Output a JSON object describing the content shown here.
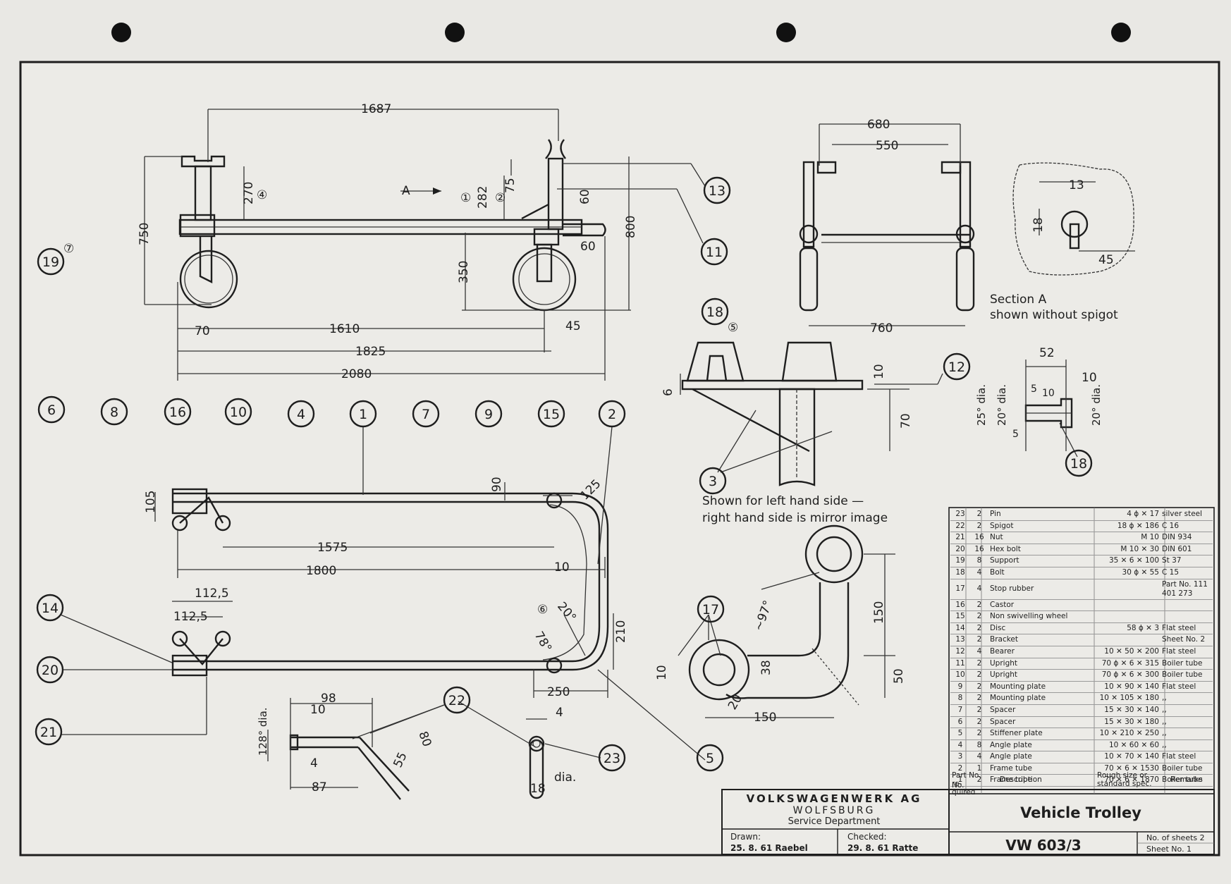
{
  "drawing": {
    "views": {
      "view_a_label": "A",
      "section_a_caption": [
        "Section A",
        "shown without spigot"
      ],
      "mirror_note": [
        "Shown for left hand side —",
        "right hand side is mirror image"
      ]
    },
    "dimensions": {
      "side": [
        "1687",
        "750",
        "270",
        "282",
        "75",
        "60",
        "800",
        "60",
        "350",
        "1610",
        "70",
        "45",
        "1825",
        "2080"
      ],
      "side_notes": [
        "④",
        "①",
        "②",
        "⑦"
      ],
      "front": [
        "680",
        "550",
        "760"
      ],
      "section_a": [
        "13",
        "18",
        "45"
      ],
      "stop": [
        "6",
        "10",
        "70",
        "⑤"
      ],
      "bolt": [
        "52",
        "10",
        "25° dia.",
        "20° dia.",
        "20° dia.",
        "5",
        "10",
        "5"
      ],
      "frame": [
        "105",
        "90",
        "125",
        "1575",
        "1800",
        "10",
        "⑥",
        "20°",
        "78°",
        "210",
        "112,5",
        "112,5",
        "250"
      ],
      "bracket": [
        "~97°",
        "150",
        "10",
        "38",
        "50",
        "20",
        "150"
      ],
      "support": [
        "98",
        "10",
        "128° dia.",
        "4",
        "87",
        "55",
        "80"
      ],
      "pin": [
        "4",
        "18",
        "dia."
      ]
    },
    "callouts": [
      "1",
      "2",
      "3",
      "4",
      "5",
      "6",
      "7",
      "8",
      "9",
      "10",
      "11",
      "12",
      "13",
      "14",
      "15",
      "16",
      "17",
      "18",
      "19",
      "20",
      "21",
      "22",
      "23"
    ]
  },
  "parts_list": {
    "rows": [
      {
        "no": "23",
        "qty": "2",
        "desc": "Pin",
        "size": "4 ϕ ✕ 17",
        "rem": "silver steel"
      },
      {
        "no": "22",
        "qty": "2",
        "desc": "Spigot",
        "size": "18 ϕ ✕ 186",
        "rem": "C 16"
      },
      {
        "no": "21",
        "qty": "16",
        "desc": "Nut",
        "size": "M 10",
        "rem": "DIN 934"
      },
      {
        "no": "20",
        "qty": "16",
        "desc": "Hex bolt",
        "size": "M 10 ✕ 30",
        "rem": "DIN 601"
      },
      {
        "no": "19",
        "qty": "8",
        "desc": "Support",
        "size": "35 ✕ 6 ✕ 100",
        "rem": "St 37"
      },
      {
        "no": "18",
        "qty": "4",
        "desc": "Bolt",
        "size": "30 ϕ ✕ 55",
        "rem": "C 15"
      },
      {
        "no": "17",
        "qty": "4",
        "desc": "Stop rubber",
        "size": "",
        "rem": "Part No. 111 401 273"
      },
      {
        "no": "16",
        "qty": "2",
        "desc": "Castor",
        "size": "",
        "rem": ""
      },
      {
        "no": "15",
        "qty": "2",
        "desc": "Non swivelling wheel",
        "size": "",
        "rem": ""
      },
      {
        "no": "14",
        "qty": "2",
        "desc": "Disc",
        "size": "58 ϕ ✕ 3",
        "rem": "Flat steel"
      },
      {
        "no": "13",
        "qty": "2",
        "desc": "Bracket",
        "size": "",
        "rem": "Sheet No. 2"
      },
      {
        "no": "12",
        "qty": "4",
        "desc": "Bearer",
        "size": "10 ✕ 50 ✕ 200",
        "rem": "Flat steel"
      },
      {
        "no": "11",
        "qty": "2",
        "desc": "Upright",
        "size": "70 ϕ ✕ 6 ✕ 315",
        "rem": "Boiler tube"
      },
      {
        "no": "10",
        "qty": "2",
        "desc": "Upright",
        "size": "70 ϕ ✕ 6 ✕ 300",
        "rem": "Boiler tube"
      },
      {
        "no": "9",
        "qty": "2",
        "desc": "Mounting plate",
        "size": "10 ✕ 90 ✕ 140",
        "rem": "Flat steel"
      },
      {
        "no": "8",
        "qty": "2",
        "desc": "Mounting plate",
        "size": "10 ✕ 105 ✕ 180",
        "rem": ",,"
      },
      {
        "no": "7",
        "qty": "2",
        "desc": "Spacer",
        "size": "15 ✕ 30 ✕ 140",
        "rem": ",,"
      },
      {
        "no": "6",
        "qty": "2",
        "desc": "Spacer",
        "size": "15 ✕ 30 ✕ 180",
        "rem": ",,"
      },
      {
        "no": "5",
        "qty": "2",
        "desc": "Stiffener plate",
        "size": "10 ✕ 210 ✕ 250",
        "rem": ",,"
      },
      {
        "no": "4",
        "qty": "8",
        "desc": "Angle plate",
        "size": "10 ✕ 60 ✕ 60",
        "rem": ",,"
      },
      {
        "no": "3",
        "qty": "4",
        "desc": "Angle plate",
        "size": "10 ✕ 70 ✕ 140",
        "rem": "Flat steel"
      },
      {
        "no": "2",
        "qty": "1",
        "desc": "Frame tube",
        "size": "70 ✕ 6 ✕ 1530",
        "rem": "Boiler tube"
      },
      {
        "no": "1",
        "qty": "2",
        "desc": "Frame tube",
        "size": "70 ✕ 6 ✕ 1870",
        "rem": "Boiler tube"
      }
    ],
    "header": {
      "part_no": "Part No.",
      "no": "No.",
      "re_quired": "re- quired",
      "desc": "Description",
      "size": "Rough size or standard spec.",
      "rem": "Remarks"
    }
  },
  "title_block": {
    "company": "VOLKSWAGENWERK AG",
    "city": "WOLFSBURG",
    "dept": "Service Department",
    "title": "Vehicle Trolley",
    "drawn_label": "Drawn:",
    "drawn_value": "25. 8. 61 Raebel",
    "checked_label": "Checked:",
    "checked_value": "29. 8. 61 Ratte",
    "drawing_no": "VW 603/3",
    "sheets": "No. of sheets 2",
    "sheet_no": "Sheet No. 1"
  }
}
